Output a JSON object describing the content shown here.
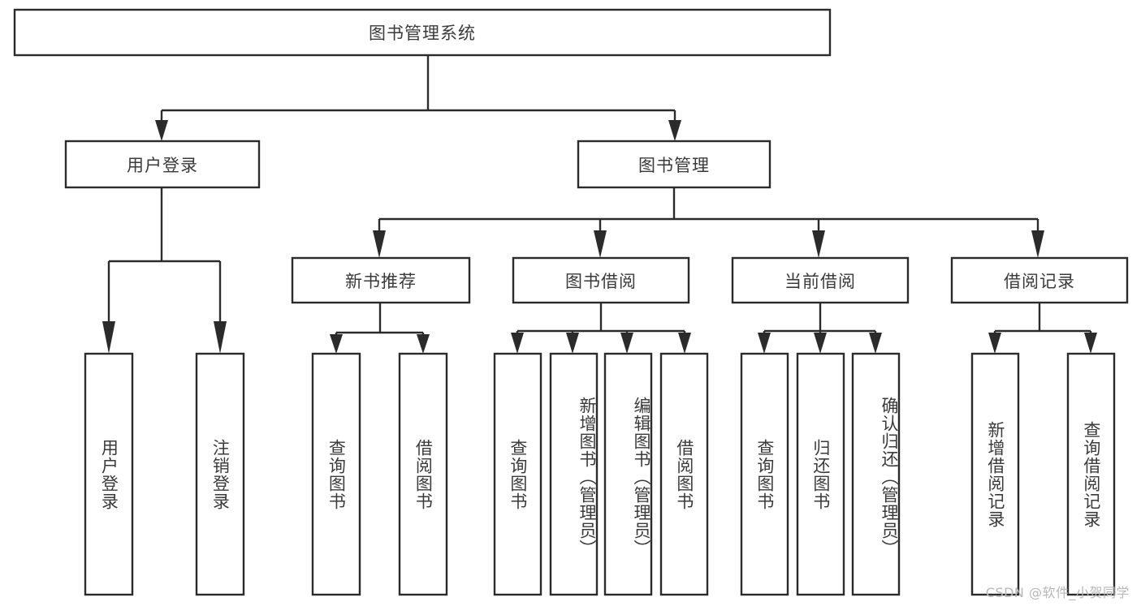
{
  "diagram": {
    "type": "hierarchy-tree",
    "title": "图书管理系统",
    "root": {
      "id": "root",
      "label": "图书管理系统",
      "orientation": "horizontal"
    },
    "level1": [
      {
        "id": "user-login",
        "label": "用户登录",
        "orientation": "horizontal"
      },
      {
        "id": "book-manage",
        "label": "图书管理",
        "orientation": "horizontal"
      }
    ],
    "level2": [
      {
        "id": "new-book-rec",
        "label": "新书推荐",
        "orientation": "horizontal",
        "parent": "book-manage"
      },
      {
        "id": "book-borrow",
        "label": "图书借阅",
        "orientation": "horizontal",
        "parent": "book-manage"
      },
      {
        "id": "current-borrow",
        "label": "当前借阅",
        "orientation": "horizontal",
        "parent": "book-manage"
      },
      {
        "id": "borrow-record",
        "label": "借阅记录",
        "orientation": "horizontal",
        "parent": "book-manage"
      }
    ],
    "leaves": [
      {
        "id": "leaf-user-login",
        "label": "用户登录",
        "parent": "user-login",
        "orientation": "vertical"
      },
      {
        "id": "leaf-logout",
        "label": "注销登录",
        "parent": "user-login",
        "orientation": "vertical"
      },
      {
        "id": "leaf-query-book-1",
        "label": "查询图书",
        "parent": "new-book-rec",
        "orientation": "vertical"
      },
      {
        "id": "leaf-borrow-book-1",
        "label": "借阅图书",
        "parent": "new-book-rec",
        "orientation": "vertical"
      },
      {
        "id": "leaf-query-book-2",
        "label": "查询图书",
        "parent": "book-borrow",
        "orientation": "vertical"
      },
      {
        "id": "leaf-add-book",
        "label": "新增图书（管理员）",
        "parent": "book-borrow",
        "orientation": "vertical"
      },
      {
        "id": "leaf-edit-book",
        "label": "编辑图书（管理员）",
        "parent": "book-borrow",
        "orientation": "vertical"
      },
      {
        "id": "leaf-borrow-book-2",
        "label": "借阅图书",
        "parent": "book-borrow",
        "orientation": "vertical"
      },
      {
        "id": "leaf-query-book-3",
        "label": "查询图书",
        "parent": "current-borrow",
        "orientation": "vertical"
      },
      {
        "id": "leaf-return-book",
        "label": "归还图书",
        "parent": "current-borrow",
        "orientation": "vertical"
      },
      {
        "id": "leaf-confirm-return",
        "label": "确认归还（管理员）",
        "parent": "current-borrow",
        "orientation": "vertical"
      },
      {
        "id": "leaf-add-record",
        "label": "新增借阅记录",
        "parent": "borrow-record",
        "orientation": "vertical"
      },
      {
        "id": "leaf-query-record",
        "label": "查询借阅记录",
        "parent": "borrow-record",
        "orientation": "vertical"
      }
    ],
    "colors": {
      "box_stroke": "#2b2b2b",
      "box_fill": "#ffffff",
      "text": "#3a3a3a",
      "connector": "#2b2b2b",
      "background": "#ffffff",
      "watermark": "#b8b8b8"
    }
  },
  "watermark": {
    "text": "CSDN @软件_小贺同学"
  }
}
